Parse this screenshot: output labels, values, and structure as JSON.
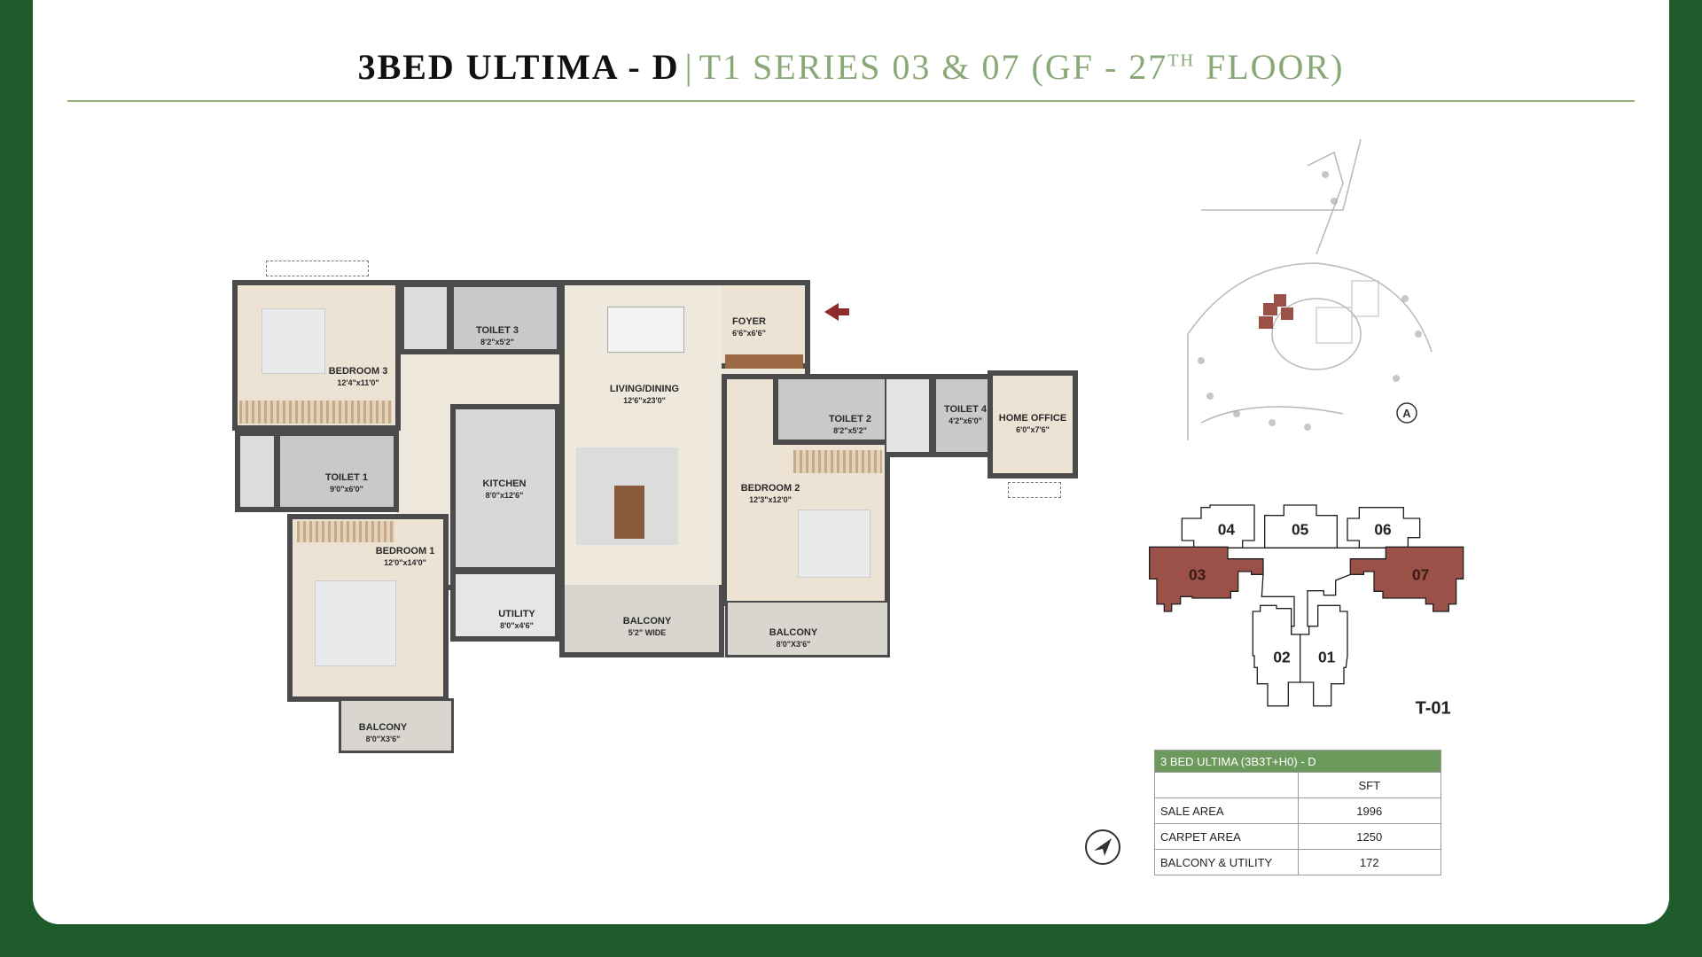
{
  "title": {
    "main": "3BED ULTIMA - D",
    "separator": "|",
    "sub": "T1 SERIES 03 & 07 (GF - 27",
    "sup": "TH",
    "tail": " FLOOR)"
  },
  "rooms": [
    {
      "name": "BEDROOM 3",
      "dim": "12'4\"x11'0\""
    },
    {
      "name": "TOILET 3",
      "dim": "8'2\"x5'2\""
    },
    {
      "name": "FOYER",
      "dim": "6'6\"x6'6\""
    },
    {
      "name": "LIVING/DINING",
      "dim": "12'6\"x23'0\""
    },
    {
      "name": "TOILET 1",
      "dim": "9'0\"x6'0\""
    },
    {
      "name": "KITCHEN",
      "dim": "8'0\"x12'6\""
    },
    {
      "name": "BEDROOM 1",
      "dim": "12'0\"x14'0\""
    },
    {
      "name": "UTILITY",
      "dim": "8'0\"x4'6\""
    },
    {
      "name": "BALCONY",
      "dim": "5'2\" WIDE"
    },
    {
      "name": "BEDROOM 2",
      "dim": "12'3\"x12'0\""
    },
    {
      "name": "TOILET 2",
      "dim": "8'2\"x5'2\""
    },
    {
      "name": "BALCONY",
      "dim": "8'0\"X3'6\""
    },
    {
      "name": "TOILET 4",
      "dim": "4'2\"x6'0\""
    },
    {
      "name": "HOME OFFICE",
      "dim": "6'0\"x7'6\""
    },
    {
      "name": "BALCONY",
      "dim": "8'0\"X3'6\""
    }
  ],
  "site_plan": {
    "north_label": "A"
  },
  "key_plan": {
    "units": [
      "04",
      "05",
      "06",
      "03",
      "07",
      "02",
      "01"
    ],
    "highlighted": [
      "03",
      "07"
    ],
    "tower": "T-01",
    "highlight_color": "#9b5048"
  },
  "area_table": {
    "header": "3 BED ULTIMA (3B3T+H0) - D",
    "unit": "SFT",
    "rows": [
      {
        "label": "SALE AREA",
        "value": "1996"
      },
      {
        "label": "CARPET AREA",
        "value": "1250"
      },
      {
        "label": "BALCONY & UTILITY",
        "value": "172"
      }
    ]
  },
  "colors": {
    "frame": "#1f5a2b",
    "accent": "#8aa877",
    "wall": "#4b4b4b"
  }
}
